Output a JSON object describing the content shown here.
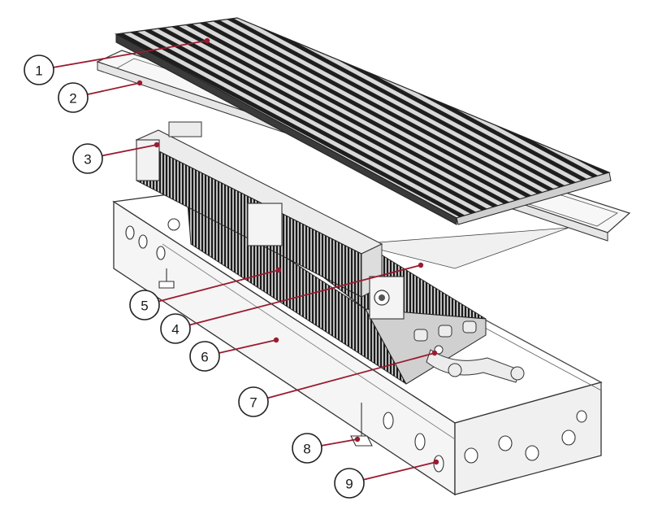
{
  "diagram": {
    "callouts": [
      {
        "number": "1"
      },
      {
        "number": "2"
      },
      {
        "number": "3"
      },
      {
        "number": "4"
      },
      {
        "number": "5"
      },
      {
        "number": "6"
      },
      {
        "number": "7"
      },
      {
        "number": "8"
      },
      {
        "number": "9"
      }
    ]
  },
  "colors": {
    "leader": "#9b1b30",
    "outline": "#333333",
    "grille": "#2b2b2b",
    "panel": "#f4f4f4"
  }
}
